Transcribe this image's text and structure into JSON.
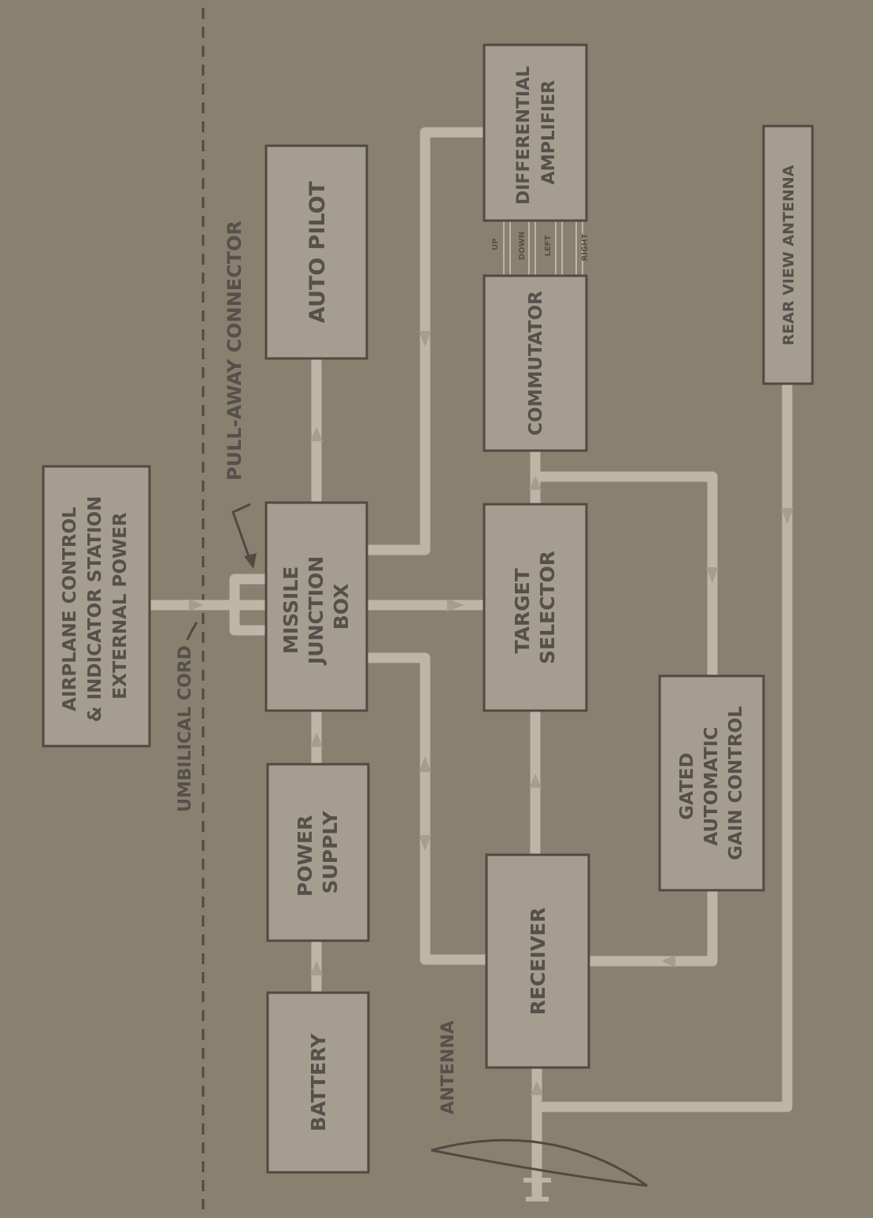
{
  "colors": {
    "background": "#8a8070",
    "box_fill": "#a59d8f",
    "box_stroke": "#4f4a42",
    "line": "#bdb5a5",
    "text": "#55504a"
  },
  "blocks": {
    "airplane_control": [
      "AIRPLANE CONTROL",
      "& INDICATOR STATION",
      "EXTERNAL POWER"
    ],
    "auto_pilot": [
      "AUTO PILOT"
    ],
    "missile_junction_box": [
      "MISSILE",
      "JUNCTION",
      "BOX"
    ],
    "power_supply": [
      "POWER",
      "SUPPLY"
    ],
    "battery": [
      "BATTERY"
    ],
    "differential_amplifier": [
      "DIFFERENTIAL",
      "AMPLIFIER"
    ],
    "commutator": [
      "COMMUTATOR"
    ],
    "target_selector": [
      "TARGET",
      "SELECTOR"
    ],
    "receiver": [
      "RECEIVER"
    ],
    "gated_agc": [
      "GATED",
      "AUTOMATIC",
      "GAIN CONTROL"
    ],
    "rear_view_antenna": [
      "REAR VIEW ANTENNA"
    ]
  },
  "labels": {
    "pull_away_connector": "PULL-AWAY CONNECTOR",
    "umbilical_cord": "UMBILICAL CORD",
    "antenna": "ANTENNA",
    "up": "UP",
    "down": "DOWN",
    "left": "LEFT",
    "right": "RIGHT"
  }
}
